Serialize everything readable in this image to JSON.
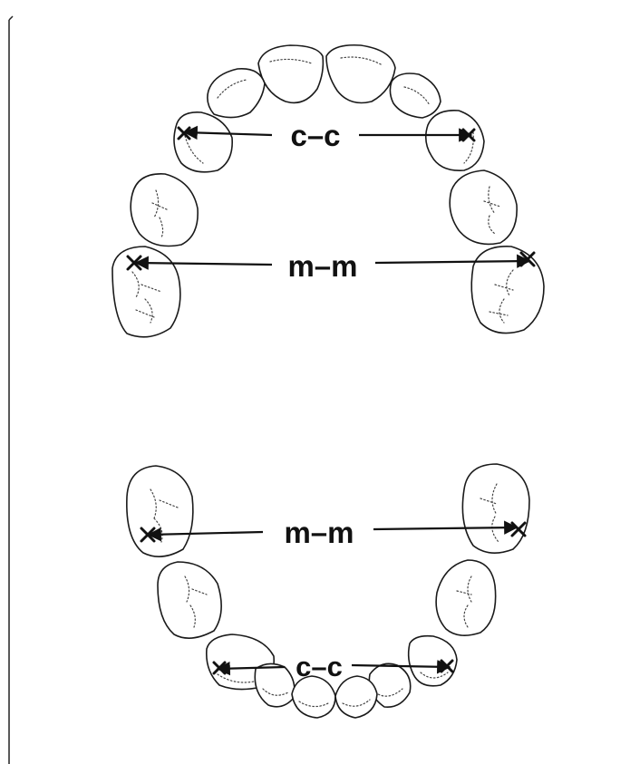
{
  "upper_arch": {
    "canine_label": "c–c",
    "molar_label": "m–m"
  },
  "lower_arch": {
    "molar_label": "m–m",
    "canine_label": "c–c"
  }
}
